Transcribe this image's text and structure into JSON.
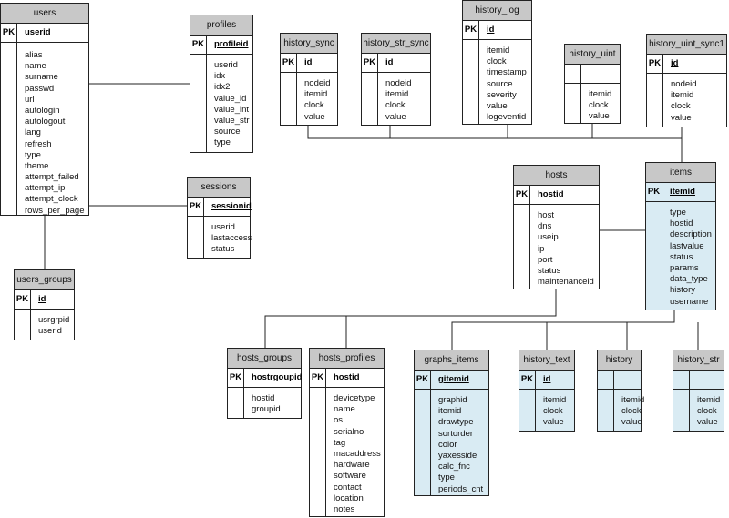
{
  "tables": [
    {
      "id": "users",
      "title": "users",
      "pk_label": "PK",
      "pk": "userid",
      "fields": [
        "alias",
        "name",
        "surname",
        "passwd",
        "url",
        "autologin",
        "autologout",
        "lang",
        "refresh",
        "type",
        "theme",
        "attempt_failed",
        "attempt_ip",
        "attempt_clock",
        "rows_per_page"
      ]
    },
    {
      "id": "profiles",
      "title": "profiles",
      "pk_label": "PK",
      "pk": "profileid",
      "fields": [
        "userid",
        "idx",
        "idx2",
        "value_id",
        "value_int",
        "value_str",
        "source",
        "type"
      ]
    },
    {
      "id": "sessions",
      "title": "sessions",
      "pk_label": "PK",
      "pk": "sessionid",
      "fields": [
        "userid",
        "lastaccess",
        "status"
      ]
    },
    {
      "id": "users_groups",
      "title": "users_groups",
      "pk_label": "PK",
      "pk": "id",
      "fields": [
        "usrgrpid",
        "userid"
      ]
    },
    {
      "id": "history_sync",
      "title": "history_sync",
      "pk_label": "PK",
      "pk": "id",
      "fields": [
        "nodeid",
        "itemid",
        "clock",
        "value"
      ]
    },
    {
      "id": "history_str_sync",
      "title": "history_str_sync",
      "pk_label": "PK",
      "pk": "id",
      "fields": [
        "nodeid",
        "itemid",
        "clock",
        "value"
      ]
    },
    {
      "id": "history_log",
      "title": "history_log",
      "pk_label": "PK",
      "pk": "id",
      "fields": [
        "itemid",
        "clock",
        "timestamp",
        "source",
        "severity",
        "value",
        "logeventid"
      ]
    },
    {
      "id": "history_uint",
      "title": "history_uint",
      "pk_label": "",
      "pk": "",
      "fields": [
        "itemid",
        "clock",
        "value"
      ]
    },
    {
      "id": "history_uint_sync1",
      "title": "history_uint_sync1",
      "pk_label": "PK",
      "pk": "id",
      "fields": [
        "nodeid",
        "itemid",
        "clock",
        "value"
      ]
    },
    {
      "id": "hosts",
      "title": "hosts",
      "pk_label": "PK",
      "pk": "hostid",
      "fields": [
        "host",
        "dns",
        "useip",
        "ip",
        "port",
        "status",
        "maintenanceid"
      ]
    },
    {
      "id": "items",
      "title": "items",
      "pk_label": "PK",
      "pk": "itemid",
      "fields": [
        "type",
        "hostid",
        "description",
        "lastvalue",
        "status",
        "params",
        "data_type",
        "history",
        "username"
      ]
    },
    {
      "id": "hosts_groups",
      "title": "hosts_groups",
      "pk_label": "PK",
      "pk": "hostrgoupid",
      "fields": [
        "hostid",
        "groupid"
      ]
    },
    {
      "id": "hosts_profiles",
      "title": "hosts_profiles",
      "pk_label": "PK",
      "pk": "hostid",
      "fields": [
        "devicetype",
        "name",
        "os",
        "serialno",
        "tag",
        "macaddress",
        "hardware",
        "software",
        "contact",
        "location",
        "notes"
      ]
    },
    {
      "id": "graphs_items",
      "title": "graphs_items",
      "pk_label": "PK",
      "pk": "gitemid",
      "fields": [
        "graphid",
        "itemid",
        "drawtype",
        "sortorder",
        "color",
        "yaxesside",
        "calc_fnc",
        "type",
        "periods_cnt"
      ]
    },
    {
      "id": "history_text",
      "title": "history_text",
      "pk_label": "PK",
      "pk": "id",
      "fields": [
        "itemid",
        "clock",
        "value"
      ]
    },
    {
      "id": "history",
      "title": "history",
      "pk_label": "",
      "pk": "",
      "fields": [
        "itemid",
        "clock",
        "value"
      ]
    },
    {
      "id": "history_str",
      "title": "history_str",
      "pk_label": "",
      "pk": "",
      "fields": [
        "itemid",
        "clock",
        "value"
      ]
    }
  ],
  "colors": {
    "header": "#c8c8c8",
    "highlight": "#d9ebf3",
    "line": "#222222"
  }
}
